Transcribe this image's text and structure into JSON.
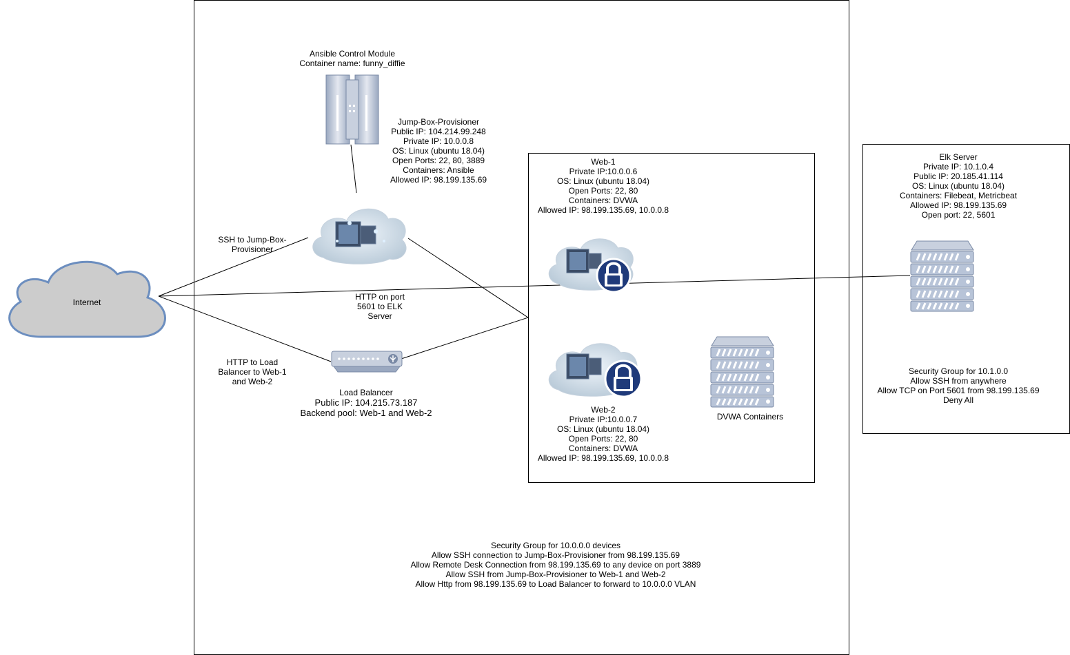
{
  "internet": {
    "label": "Internet"
  },
  "ansible": {
    "lines": [
      "Ansible Control Module",
      "Container name: funny_diffie"
    ]
  },
  "jumpbox": {
    "lines": [
      "Jump-Box-Provisioner",
      "Public IP: 104.214.99.248",
      "Private IP: 10.0.0.8",
      "OS: Linux (ubuntu 18.04)",
      "Open Ports: 22, 80, 3889",
      "Containers: Ansible",
      "Allowed IP: 98.199.135.69"
    ]
  },
  "web1": {
    "lines": [
      "Web-1",
      "Private IP:10.0.0.6",
      "OS: Linux (ubuntu 18.04)",
      "Open Ports: 22, 80",
      "Containers: DVWA",
      "Allowed IP: 98.199.135.69, 10.0.0.8"
    ]
  },
  "web2": {
    "lines": [
      "Web-2",
      "Private IP:10.0.0.7",
      "OS: Linux (ubuntu 18.04)",
      "Open Ports: 22, 80",
      "Containers: DVWA",
      "Allowed IP: 98.199.135.69, 10.0.0.8"
    ]
  },
  "dvwa": {
    "label": "DVWA Containers"
  },
  "elk": {
    "lines": [
      "Elk Server",
      "Private IP: 10.1.0.4",
      "Public IP: 20.185.41.114",
      "OS: Linux (ubuntu 18.04)",
      "Containers: Filebeat, Metricbeat",
      "Allowed IP: 98.199.135.69",
      "Open port: 22, 5601"
    ]
  },
  "elk_sg": {
    "lines": [
      "Security Group for 10.1.0.0",
      "Allow SSH from anywhere",
      "Allow TCP on Port 5601 from 98.199.135.69",
      "Deny All"
    ]
  },
  "load_balancer": {
    "lines": [
      "Load Balancer",
      "Public IP: 104.215.73.187",
      "Backend pool: Web-1 and Web-2"
    ]
  },
  "edge_labels": {
    "ssh": [
      "SSH to Jump-Box-",
      "Provisioner"
    ],
    "http_elk": [
      "HTTP on port",
      "5601 to ELK",
      "Server"
    ],
    "http_lb": [
      "HTTP to Load",
      "Balancer to Web-1",
      "and Web-2"
    ]
  },
  "main_sg": {
    "lines": [
      "Security Group for 10.0.0.0 devices",
      "Allow SSH connection to Jump-Box-Provisioner from 98.199.135.69",
      "Allow Remote Desk Connection from 98.199.135.69 to any device on port 3889",
      "Allow SSH from Jump-Box-Provisioner to Web-1 and Web-2",
      "Allow Http from 98.199.135.69 to Load Balancer to forward to 10.0.0.0 VLAN"
    ]
  },
  "colors": {
    "cloud_fill": "#cccccc",
    "cloud_stroke": "#6c8ebf",
    "server_fill": "#b8c4d8",
    "server_stroke": "#7a8aa6"
  }
}
